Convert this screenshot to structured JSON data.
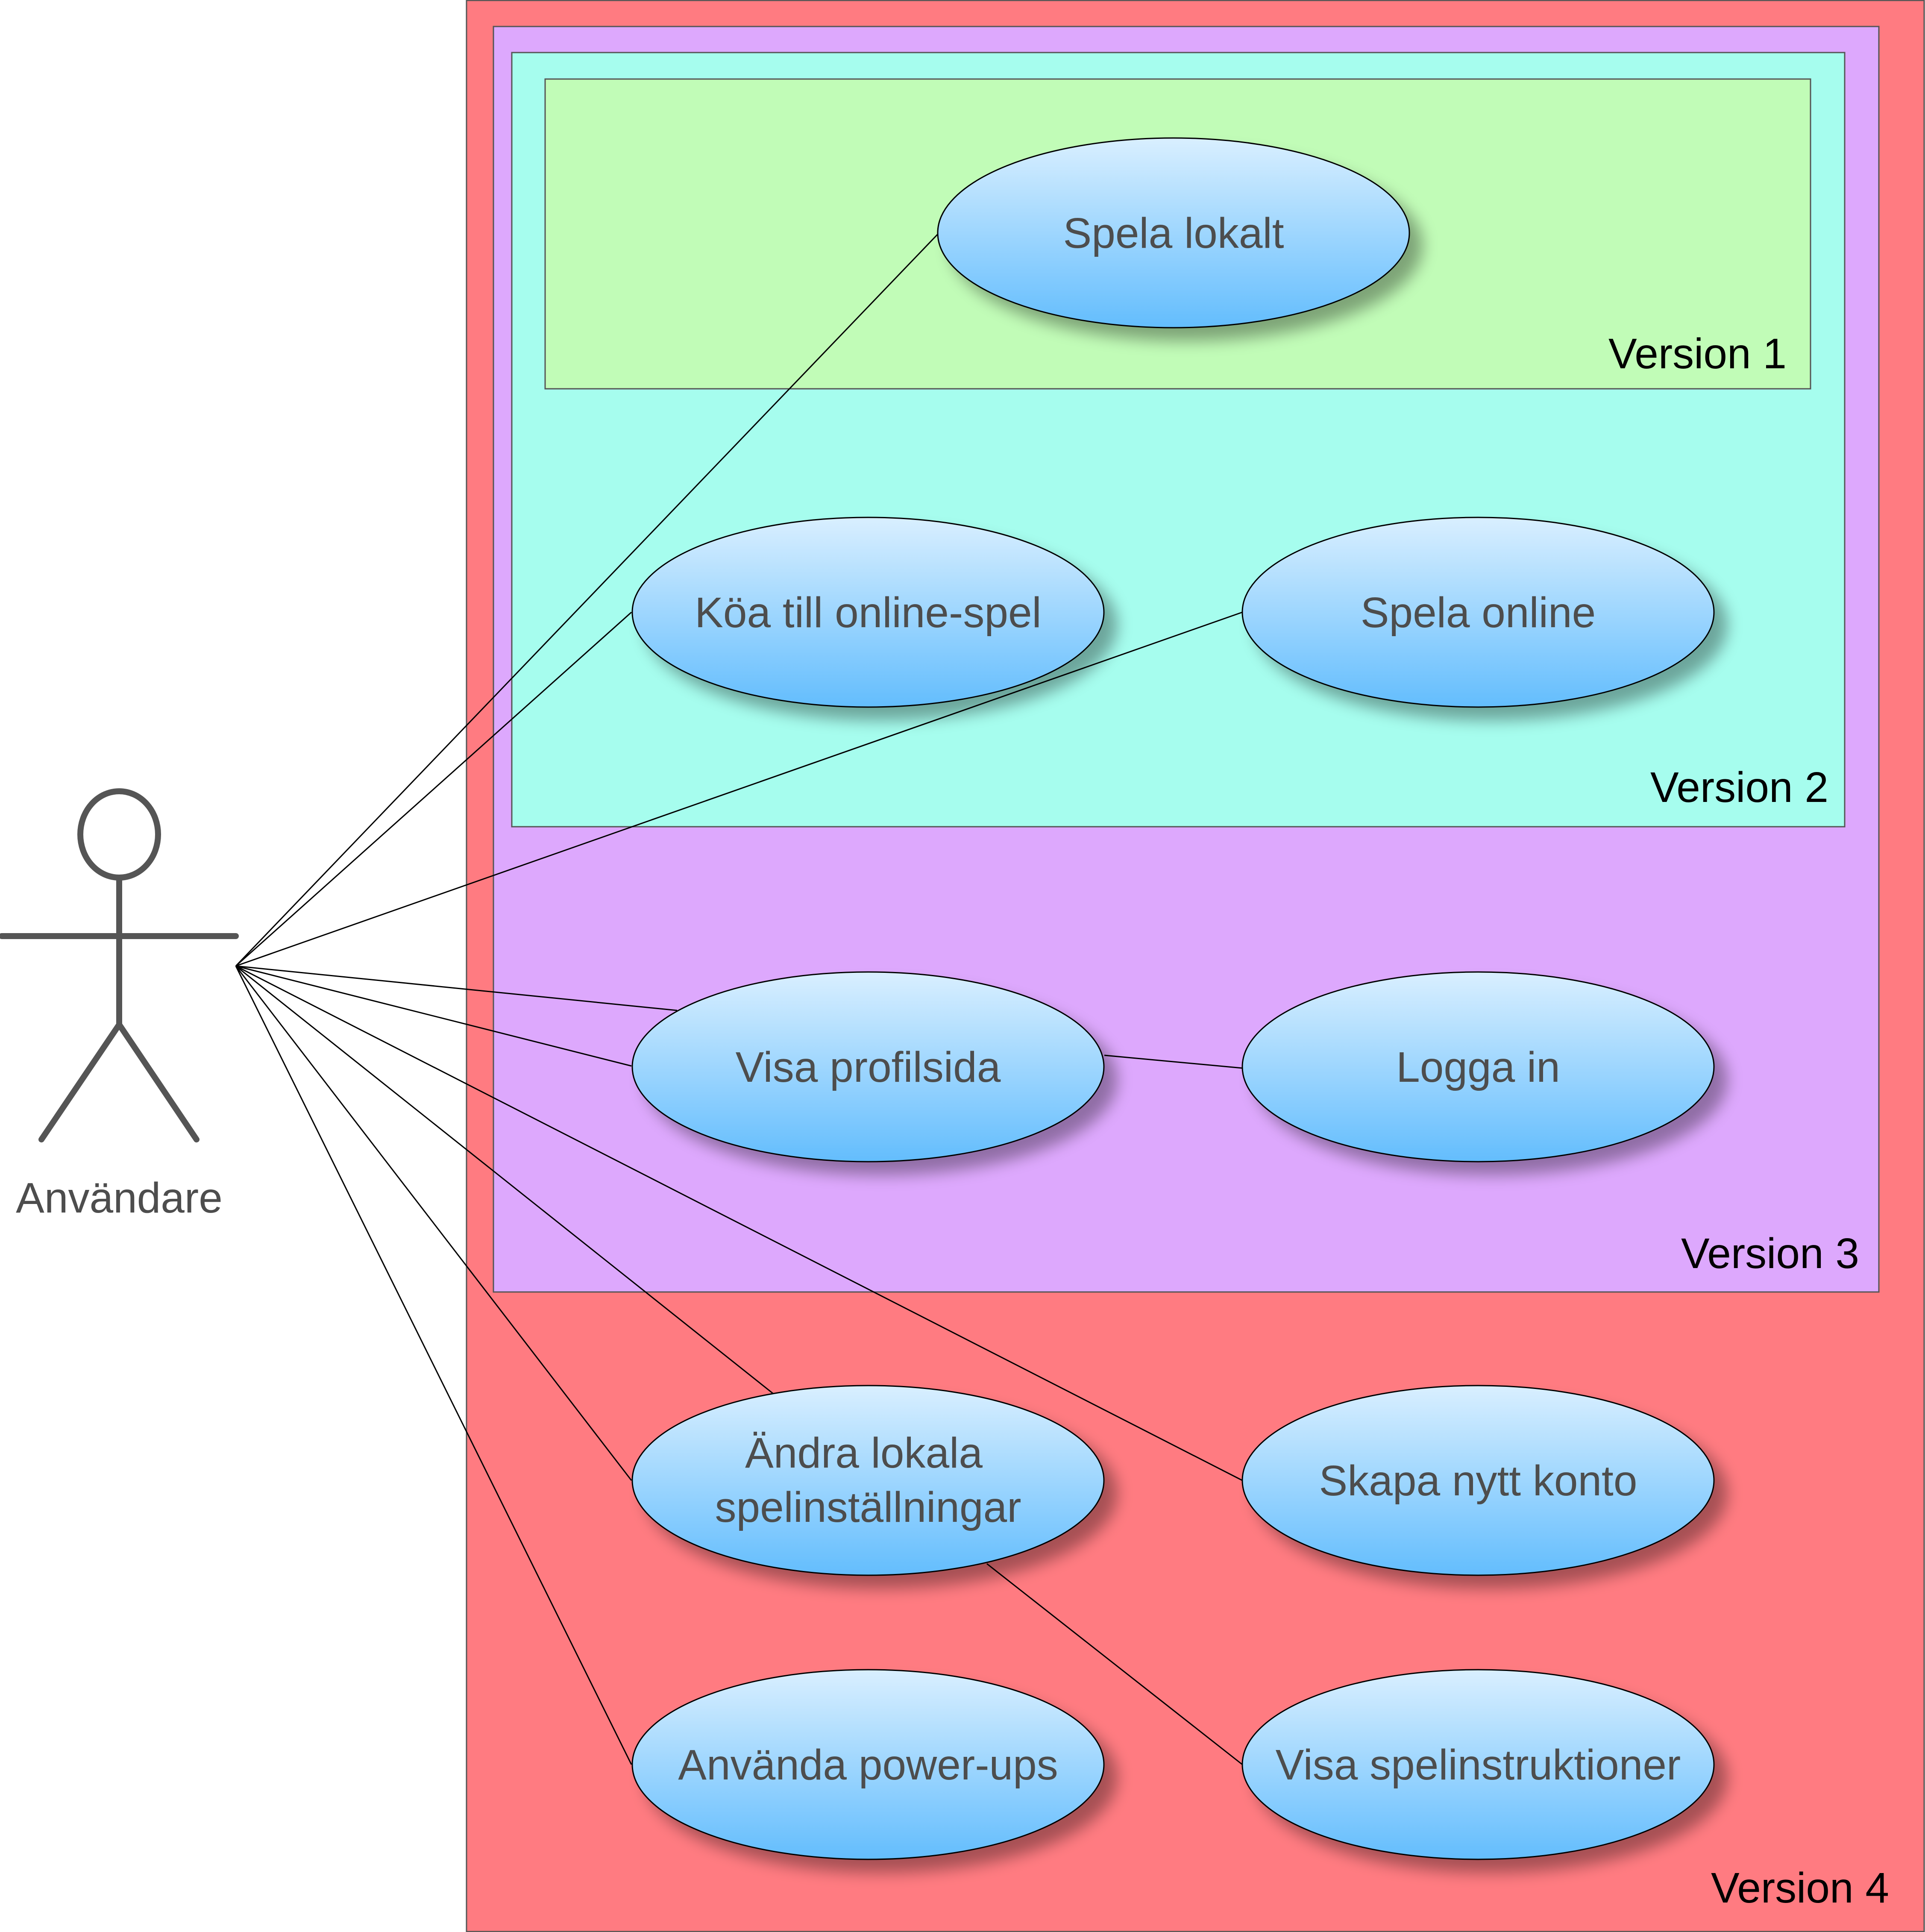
{
  "colors": {
    "version1": "#c1fcb7",
    "version2": "#a6fdee",
    "version3": "#dda8fd",
    "version4": "#ff7b81",
    "usecase_top": "#d9efff",
    "usecase_bottom": "#63bdfd",
    "actor": "#555555"
  },
  "actor": {
    "label": "Användare"
  },
  "versions": [
    {
      "id": "v4",
      "label": "Version 4"
    },
    {
      "id": "v3",
      "label": "Version 3"
    },
    {
      "id": "v2",
      "label": "Version 2"
    },
    {
      "id": "v1",
      "label": "Version 1"
    }
  ],
  "use_cases": [
    {
      "id": "spela-lokalt",
      "lines": [
        "Spela lokalt"
      ]
    },
    {
      "id": "koa-online",
      "lines": [
        "Köa till online-spel"
      ]
    },
    {
      "id": "spela-online",
      "lines": [
        "Spela online"
      ]
    },
    {
      "id": "visa-profilsida",
      "lines": [
        "Visa profilsida"
      ]
    },
    {
      "id": "logga-in",
      "lines": [
        "Logga in"
      ]
    },
    {
      "id": "andra-installningar",
      "lines": [
        "Ändra lokala",
        "spelinställningar"
      ]
    },
    {
      "id": "skapa-konto",
      "lines": [
        "Skapa nytt konto"
      ]
    },
    {
      "id": "anvanda-powerups",
      "lines": [
        "Använda power-ups"
      ]
    },
    {
      "id": "visa-instruktioner",
      "lines": [
        "Visa spelinstruktioner"
      ]
    }
  ]
}
